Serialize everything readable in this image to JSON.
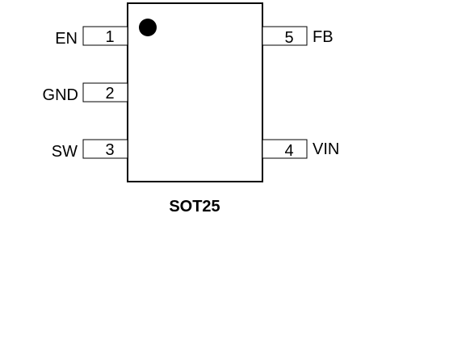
{
  "package": {
    "label": "SOT25"
  },
  "pins": {
    "left": [
      {
        "number": "1",
        "name": "EN"
      },
      {
        "number": "2",
        "name": "GND"
      },
      {
        "number": "3",
        "name": "SW"
      }
    ],
    "right": [
      {
        "number": "5",
        "name": "FB"
      },
      {
        "number": "4",
        "name": "VIN"
      }
    ]
  },
  "colors": {
    "stroke": "#000000",
    "background": "#ffffff"
  }
}
